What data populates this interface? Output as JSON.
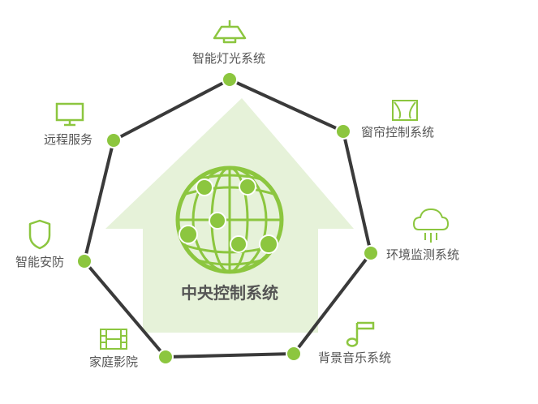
{
  "diagram": {
    "center_label": "中央控制系统",
    "nodes": [
      {
        "id": "lighting",
        "label": "智能灯光系统",
        "icon": "lamp-icon"
      },
      {
        "id": "curtain",
        "label": "窗帘控制系统",
        "icon": "curtain-icon"
      },
      {
        "id": "environment",
        "label": "环境监测系统",
        "icon": "cloud-icon"
      },
      {
        "id": "music",
        "label": "背景音乐系统",
        "icon": "music-note-icon"
      },
      {
        "id": "theater",
        "label": "家庭影院",
        "icon": "film-icon"
      },
      {
        "id": "security",
        "label": "智能安防",
        "icon": "shield-icon"
      },
      {
        "id": "remote",
        "label": "远程服务",
        "icon": "monitor-icon"
      }
    ],
    "colors": {
      "accent": "#8cc63f",
      "house": "#e6f2d9",
      "line": "#3a3a3a",
      "text": "#555555"
    }
  }
}
